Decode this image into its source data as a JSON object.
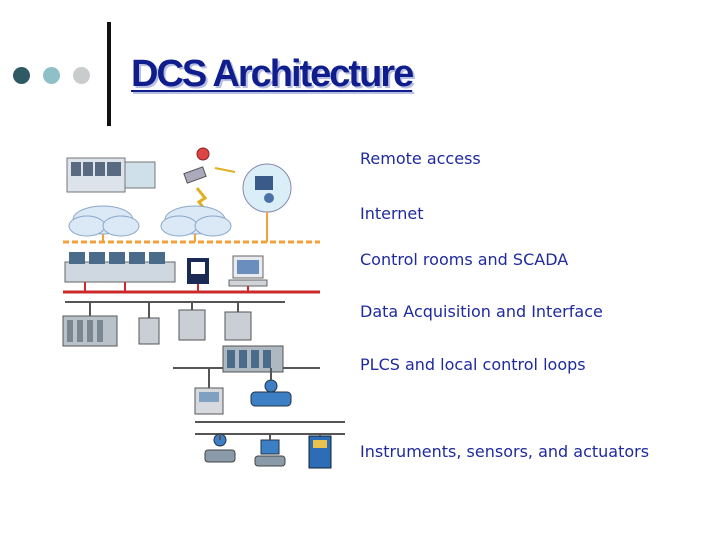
{
  "slide": {
    "title": "DCS Architecture",
    "bullet_colors": [
      "#2e5b63",
      "#8fc0c8",
      "#c8cccc"
    ]
  },
  "layers": [
    "Remote access",
    "Internet",
    "Control rooms and SCADA",
    "Data Acquisition and Interface",
    "PLCS and local control loops",
    "Instruments, sensors, and actuators"
  ],
  "colors": {
    "title": "#0f1e8c",
    "labels": "#1e2a9e",
    "network_orange": "#f3a23a",
    "network_red": "#cc2a2a",
    "network_gray": "#555555"
  }
}
